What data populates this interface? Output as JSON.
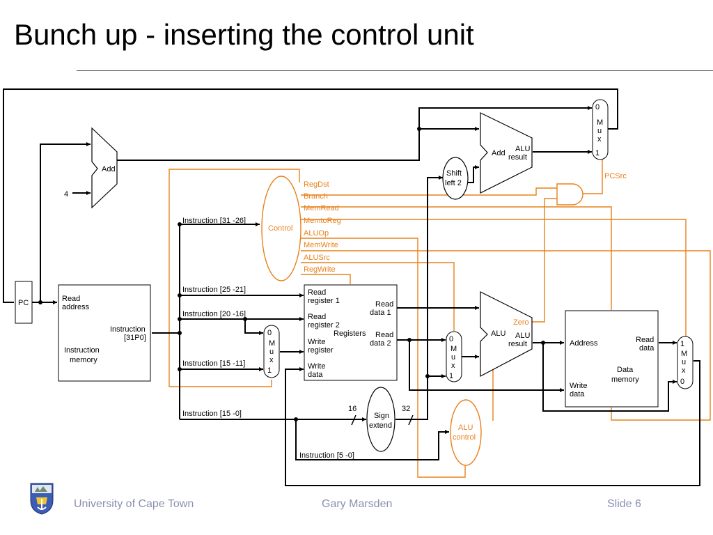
{
  "slide": {
    "title": "Bunch up - inserting the control unit"
  },
  "footer": {
    "institution": "University of Cape Town",
    "author": "Gary Marsden",
    "slide_number": "Slide 6"
  },
  "colors": {
    "control_path": "#e8801a",
    "data_path": "#000000",
    "footer_text": "#8a8fb0"
  },
  "diagram": {
    "pc": "PC",
    "add_pc": "Add",
    "four": "4",
    "instruction_memory": {
      "read_address": [
        "Read",
        "address"
      ],
      "instruction_out": [
        "Instruction",
        "[31P0]"
      ],
      "name": [
        "Instruction",
        "memory"
      ]
    },
    "instruction_fields": {
      "i31_26": "Instruction [31 -26]",
      "i25_21": "Instruction [25 -21]",
      "i20_16": "Instruction [20 -16]",
      "i15_11": "Instruction [15 -11]",
      "i15_0": "Instruction [15 -0]",
      "i5_0": "Instruction [5 -0]"
    },
    "control": {
      "name": "Control",
      "signals": [
        "RegDst",
        "Branch",
        "MemRead",
        "MemtoReg",
        "ALUOp",
        "MemWrite",
        "ALUSrc",
        "RegWrite"
      ]
    },
    "registers": {
      "read_reg1": [
        "Read",
        "register 1"
      ],
      "read_reg2": [
        "Read",
        "register 2"
      ],
      "write_reg": [
        "Write",
        "register"
      ],
      "write_data": [
        "Write",
        "data"
      ],
      "read_data1": [
        "Read",
        "data 1"
      ],
      "read_data2": [
        "Read",
        "data 2"
      ],
      "name": "Registers"
    },
    "mux_letters": [
      "M",
      "u",
      "x"
    ],
    "mux_inputs": {
      "regdst": [
        "0",
        "1"
      ],
      "alusrc": [
        "0",
        "1"
      ],
      "memtoreg": [
        "1",
        "0"
      ],
      "pcsrc": [
        "0",
        "1"
      ]
    },
    "sign_extend": {
      "name": [
        "Sign",
        "extend"
      ],
      "in_width": "16",
      "out_width": "32"
    },
    "shift_left": [
      "Shift",
      "left 2"
    ],
    "alu_main": {
      "name": "ALU",
      "result": [
        "ALU",
        "result"
      ],
      "zero": "Zero"
    },
    "alu_branch": {
      "name": "Add",
      "result": [
        "ALU",
        "result"
      ]
    },
    "alu_control": [
      "ALU",
      "control"
    ],
    "data_memory": {
      "address": "Address",
      "read_data": [
        "Read",
        "data"
      ],
      "write_data": [
        "Write",
        "data"
      ],
      "name": [
        "Data",
        "memory"
      ]
    },
    "pcsrc": "PCSrc"
  }
}
